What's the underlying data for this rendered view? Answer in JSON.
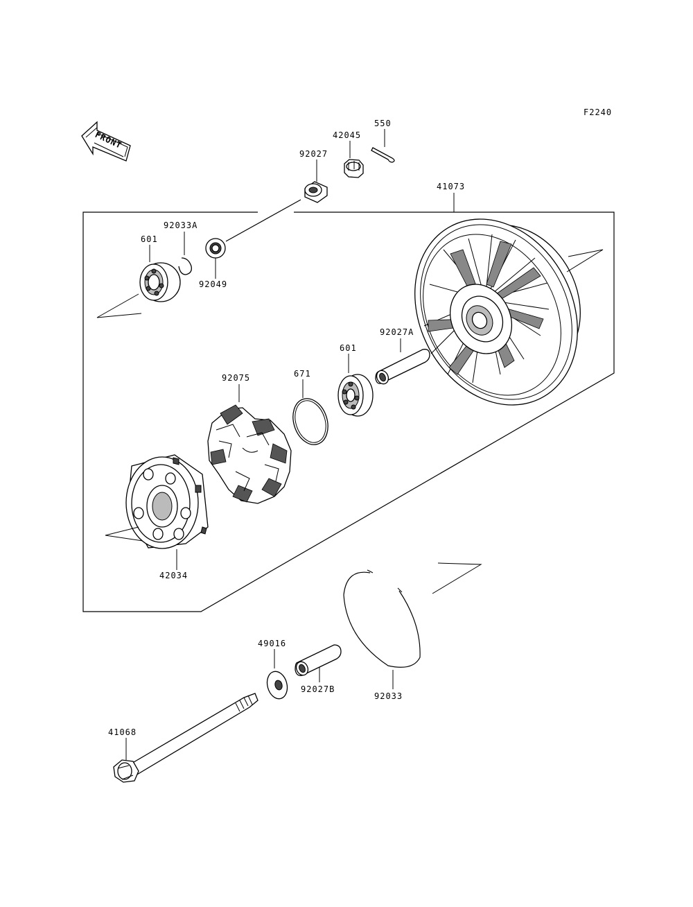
{
  "figure_code": "F2240",
  "front_label": "FRONT",
  "parts": {
    "p550": "550",
    "p42045": "42045",
    "p92027": "92027",
    "p41073": "41073",
    "p92033A": "92033A",
    "p601_top": "601",
    "p92049": "92049",
    "p92027A": "92027A",
    "p601_mid": "601",
    "p671": "671",
    "p92075": "92075",
    "p42034": "42034",
    "p49016": "49016",
    "p92027B": "92027B",
    "p92033": "92033",
    "p41068": "41068"
  }
}
